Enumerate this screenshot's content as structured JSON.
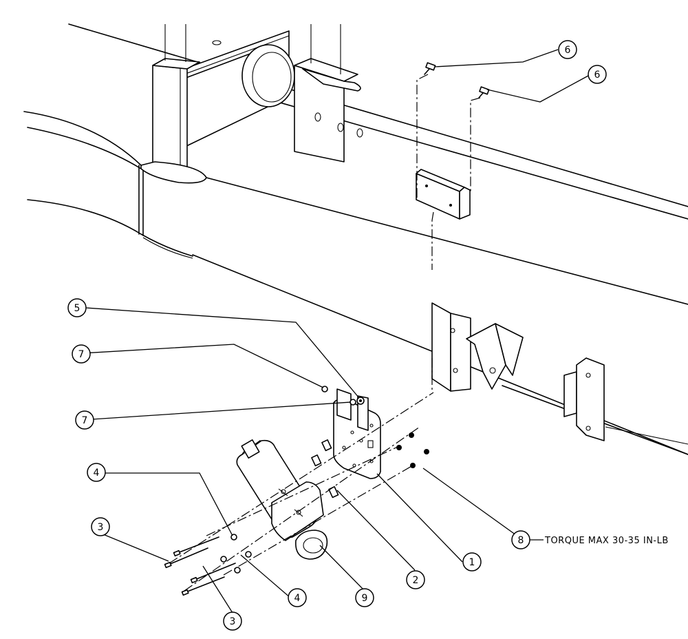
{
  "callouts": [
    {
      "id": "c1",
      "label": "1"
    },
    {
      "id": "c2",
      "label": "2"
    },
    {
      "id": "c3a",
      "label": "3"
    },
    {
      "id": "c3b",
      "label": "3"
    },
    {
      "id": "c4a",
      "label": "4"
    },
    {
      "id": "c4b",
      "label": "4"
    },
    {
      "id": "c5",
      "label": "5"
    },
    {
      "id": "c6a",
      "label": "6"
    },
    {
      "id": "c6b",
      "label": "6"
    },
    {
      "id": "c7a",
      "label": "7"
    },
    {
      "id": "c7b",
      "label": "7"
    },
    {
      "id": "c8",
      "label": "8"
    },
    {
      "id": "c9",
      "label": "9"
    }
  ],
  "note": {
    "torque": "TORQUE MAX 30-35 IN-LB"
  }
}
